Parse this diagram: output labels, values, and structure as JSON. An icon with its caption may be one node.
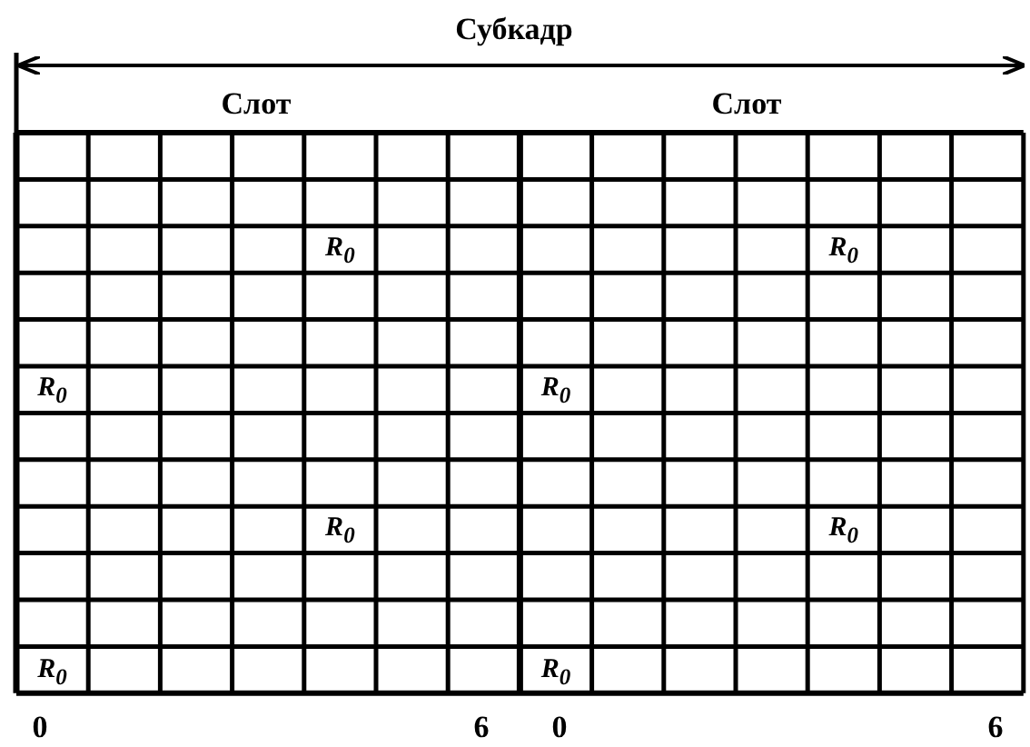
{
  "diagram": {
    "labels": [
      "Субкадр",
      "Слот",
      "Слот",
      "R$_{0}$",
      "R$_{0}$",
      "R$_{0}$",
      "R$_{0}$",
      "R$_{0}$",
      "R$_{0}$",
      "R$_{0}$",
      "R$_{0}$",
      "0",
      "6",
      "0",
      "6"
    ]
  }
}
